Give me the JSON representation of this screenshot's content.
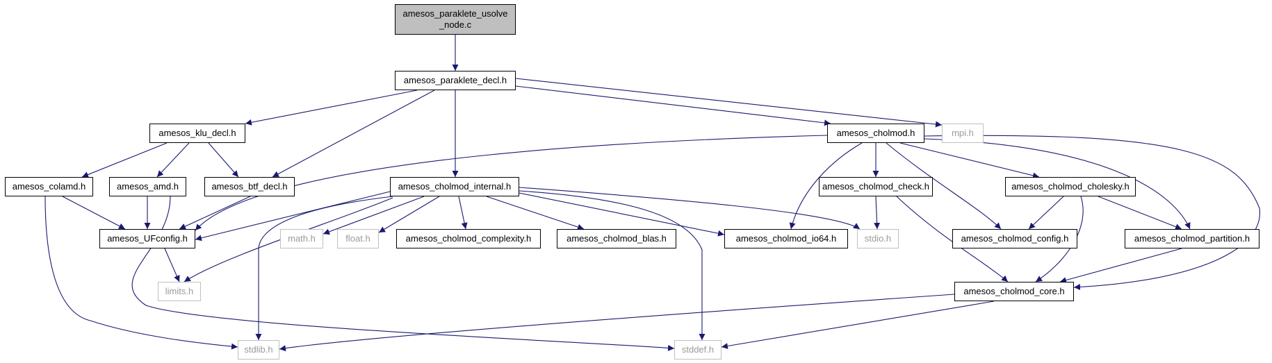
{
  "colors": {
    "edge": "#191970",
    "root_fill": "#bfbfbf",
    "system_border": "#bfbfbf",
    "system_text": "#9a9a9a"
  },
  "nodes": {
    "root": "amesos_paraklete_usolve\n_node.c",
    "paraklete_decl": "amesos_paraklete_decl.h",
    "klu_decl": "amesos_klu_decl.h",
    "cholmod": "amesos_cholmod.h",
    "mpi": "mpi.h",
    "colamd": "amesos_colamd.h",
    "amd": "amesos_amd.h",
    "btf_decl": "amesos_btf_decl.h",
    "cholmod_internal": "amesos_cholmod_internal.h",
    "cholmod_check": "amesos_cholmod_check.h",
    "cholmod_cholesky": "amesos_cholmod_cholesky.h",
    "ufconfig": "amesos_UFconfig.h",
    "math": "math.h",
    "float": "float.h",
    "cholmod_complexity": "amesos_cholmod_complexity.h",
    "cholmod_blas": "amesos_cholmod_blas.h",
    "cholmod_io64": "amesos_cholmod_io64.h",
    "stdio": "stdio.h",
    "cholmod_config": "amesos_cholmod_config.h",
    "cholmod_partition": "amesos_cholmod_partition.h",
    "limits": "limits.h",
    "cholmod_core": "amesos_cholmod_core.h",
    "stdlib": "stdlib.h",
    "stddef": "stddef.h"
  }
}
